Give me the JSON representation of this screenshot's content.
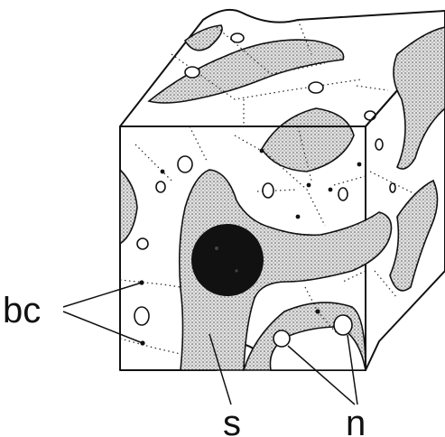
{
  "labels": {
    "bile_canaliculi": "bc",
    "sinusoid": "s",
    "nuclei": "n"
  },
  "colors": {
    "ink": "#111111",
    "paper": "#ffffff",
    "stipple": "#9a9a9a"
  }
}
